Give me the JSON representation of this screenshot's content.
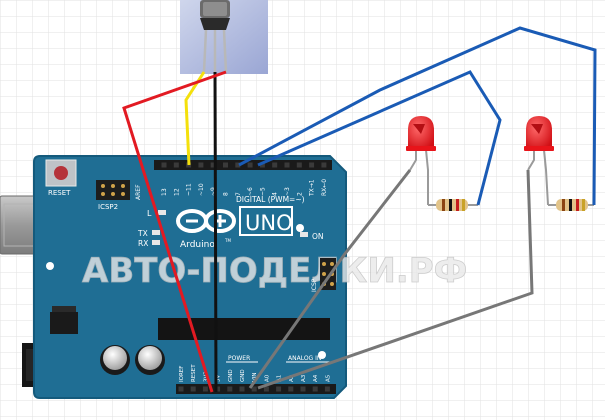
{
  "board": {
    "reset_label": "RESET",
    "icsp2_label": "ICSP2",
    "l_label": "L",
    "tx_label": "TX",
    "rx_label": "RX",
    "on_label": "ON",
    "brand_label": "Arduino",
    "tm_label": "TM",
    "model_label": "UNO",
    "digital_label": "DIGITAL (PWM=~)",
    "aref_label": "AREF",
    "gnd_label": "GND",
    "power_label": "POWER",
    "analog_label": "ANALOG IN",
    "icsp_label": "ICSP",
    "top_pins": [
      "13",
      "12",
      "~11",
      "~10",
      "~9",
      "8",
      "7",
      "~6",
      "~5",
      "4",
      "~3",
      "2",
      "TX→1",
      "RX←0"
    ],
    "bottom_pins": [
      "IOREF",
      "RESET",
      "3V3",
      "5V",
      "GND",
      "GND",
      "VIN",
      "A0",
      "A1",
      "A2",
      "A3",
      "A4",
      "A5"
    ]
  },
  "watermark": "АВТО-ПОДЕЛКИ.РФ",
  "colors": {
    "board": "#1f6e94",
    "board_dark": "#145a7c",
    "grid": "#e2e2e2",
    "wire_red": "#e21a22",
    "wire_black": "#111111",
    "wire_yellow": "#f4e00c",
    "wire_blue": "#1a5bb5",
    "wire_gray": "#777777",
    "led_red": "#e8141a"
  }
}
